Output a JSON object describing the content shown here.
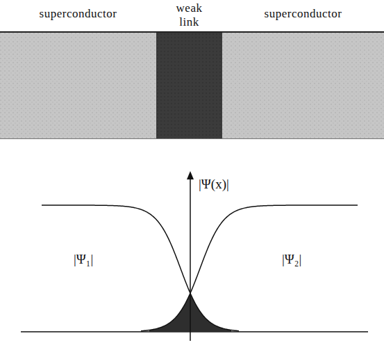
{
  "diagram": {
    "nodes": [
      {
        "text": [
          "superconductor"
        ]
      },
      {
        "text": [
          "weak link"
        ]
      },
      {
        "text": [
          "superconductor"
        ]
      }
    ],
    "labels": [
      "|Ψ(x)|",
      "|Ψ₁|",
      "|Ψ₂|"
    ]
  }
}
